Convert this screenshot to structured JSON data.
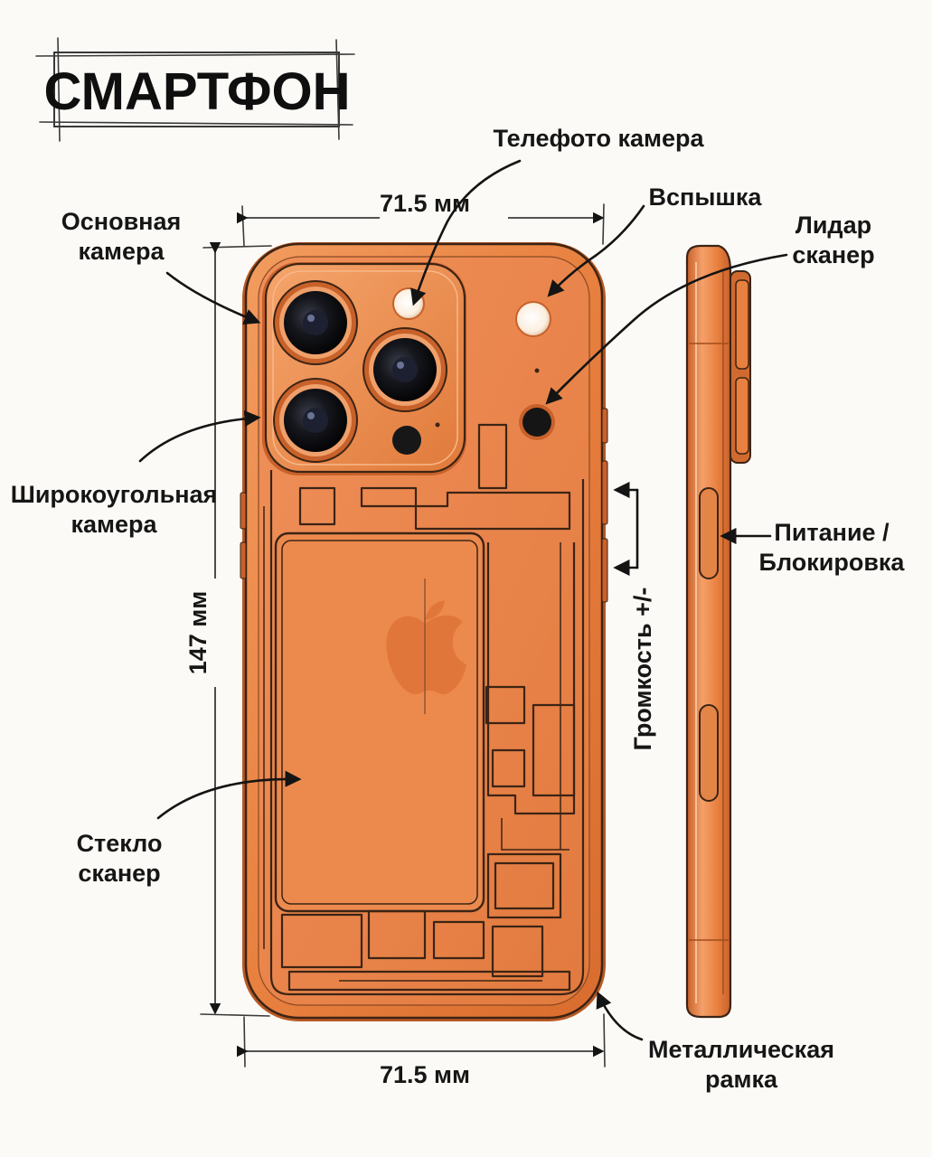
{
  "title": "СМАРТФОН",
  "labels": {
    "telephoto": "Телефото камера",
    "flash": "Вспышка",
    "lidar_line1": "Лидар",
    "lidar_line2": "сканер",
    "main_camera_line1": "Основная",
    "main_camera_line2": "камера",
    "wide_camera_line1": "Широкоугольная",
    "wide_camera_line2": "камера",
    "glass_line1": "Стекло",
    "glass_line2": "сканер",
    "power_line1": "Питание /",
    "power_line2": "Блокировка",
    "volume": "Громкость +/-",
    "frame_line1": "Металлическая",
    "frame_line2": "рамка"
  },
  "dimensions": {
    "width_top": "71.5 мм",
    "width_bottom": "71.5 мм",
    "height": "147 мм"
  },
  "colors": {
    "body": "#e8803f",
    "body_light": "#f6a870",
    "body_dark": "#c8602a",
    "outline": "#3c2415",
    "lens": "#0d0d10",
    "flash": "#fff4e6",
    "background": "#fbfaf6"
  },
  "icons": {
    "logo": "apple-logo-icon"
  }
}
